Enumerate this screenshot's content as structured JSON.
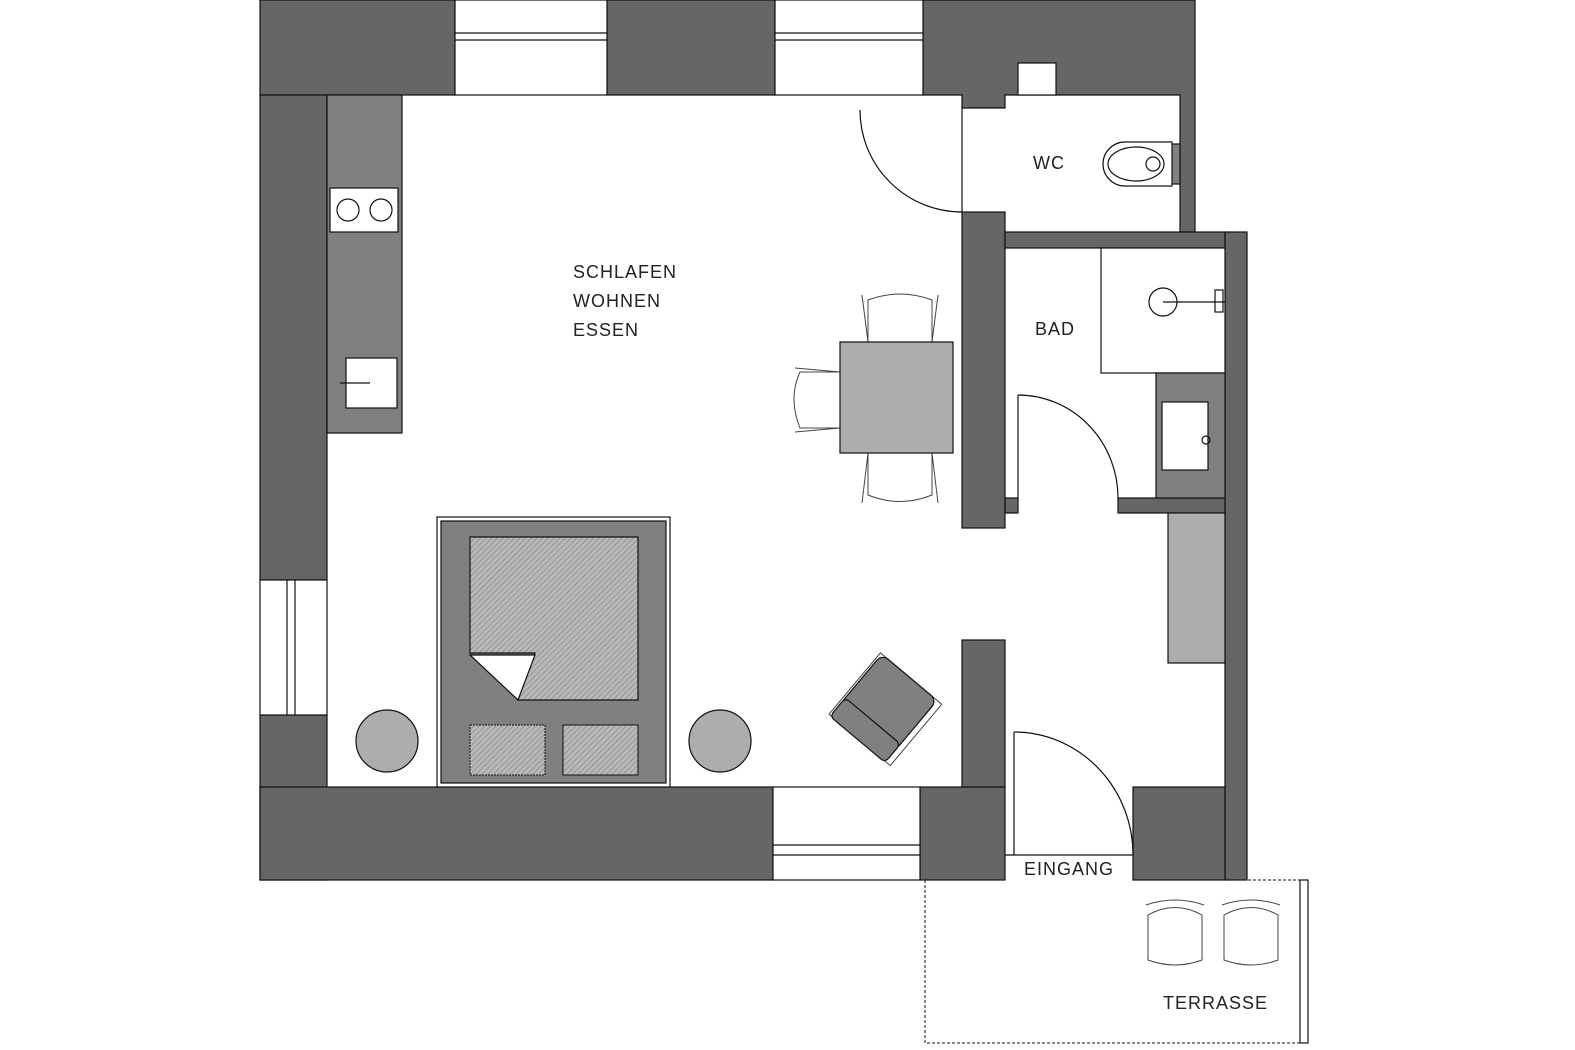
{
  "rooms": {
    "main": [
      "SCHLAFEN",
      "WOHNEN",
      "ESSEN"
    ],
    "wc": "WC",
    "bad": "BAD",
    "entrance": "EINGANG",
    "terrace": "TERRASSE"
  },
  "colors": {
    "wall": "#666666",
    "furniture": "#808080",
    "light_furniture": "#adadad"
  }
}
